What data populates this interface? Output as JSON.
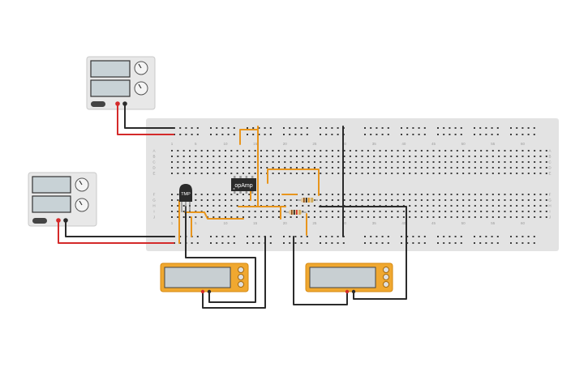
{
  "colors": {
    "breadboard": "#e3e3e3",
    "hole": "#3c3c3c",
    "wire_orange": "#e8951c",
    "wire_black": "#2b2b2b",
    "wire_red": "#d42a2a",
    "meter_body": "#f0a830",
    "meter_screen": "#c8cfd2",
    "power_body": "#e8e8e8",
    "power_screen": "#c8d2d6"
  },
  "components": {
    "opamp_label": "opAmp",
    "sensor_label": "TMP"
  },
  "breadboard": {
    "column_numbers": [
      "1",
      "5",
      "10",
      "15",
      "20",
      "25",
      "30",
      "35",
      "40",
      "45",
      "50",
      "55",
      "60"
    ],
    "row_letters_top": [
      "A",
      "B",
      "C",
      "D",
      "E"
    ],
    "row_letters_bottom": [
      "F",
      "G",
      "H",
      "I",
      "J"
    ]
  },
  "power_supplies": [
    {
      "name": "power-supply-top"
    },
    {
      "name": "power-supply-left"
    }
  ],
  "multimeters": [
    {
      "name": "multimeter-left"
    },
    {
      "name": "multimeter-right"
    }
  ]
}
